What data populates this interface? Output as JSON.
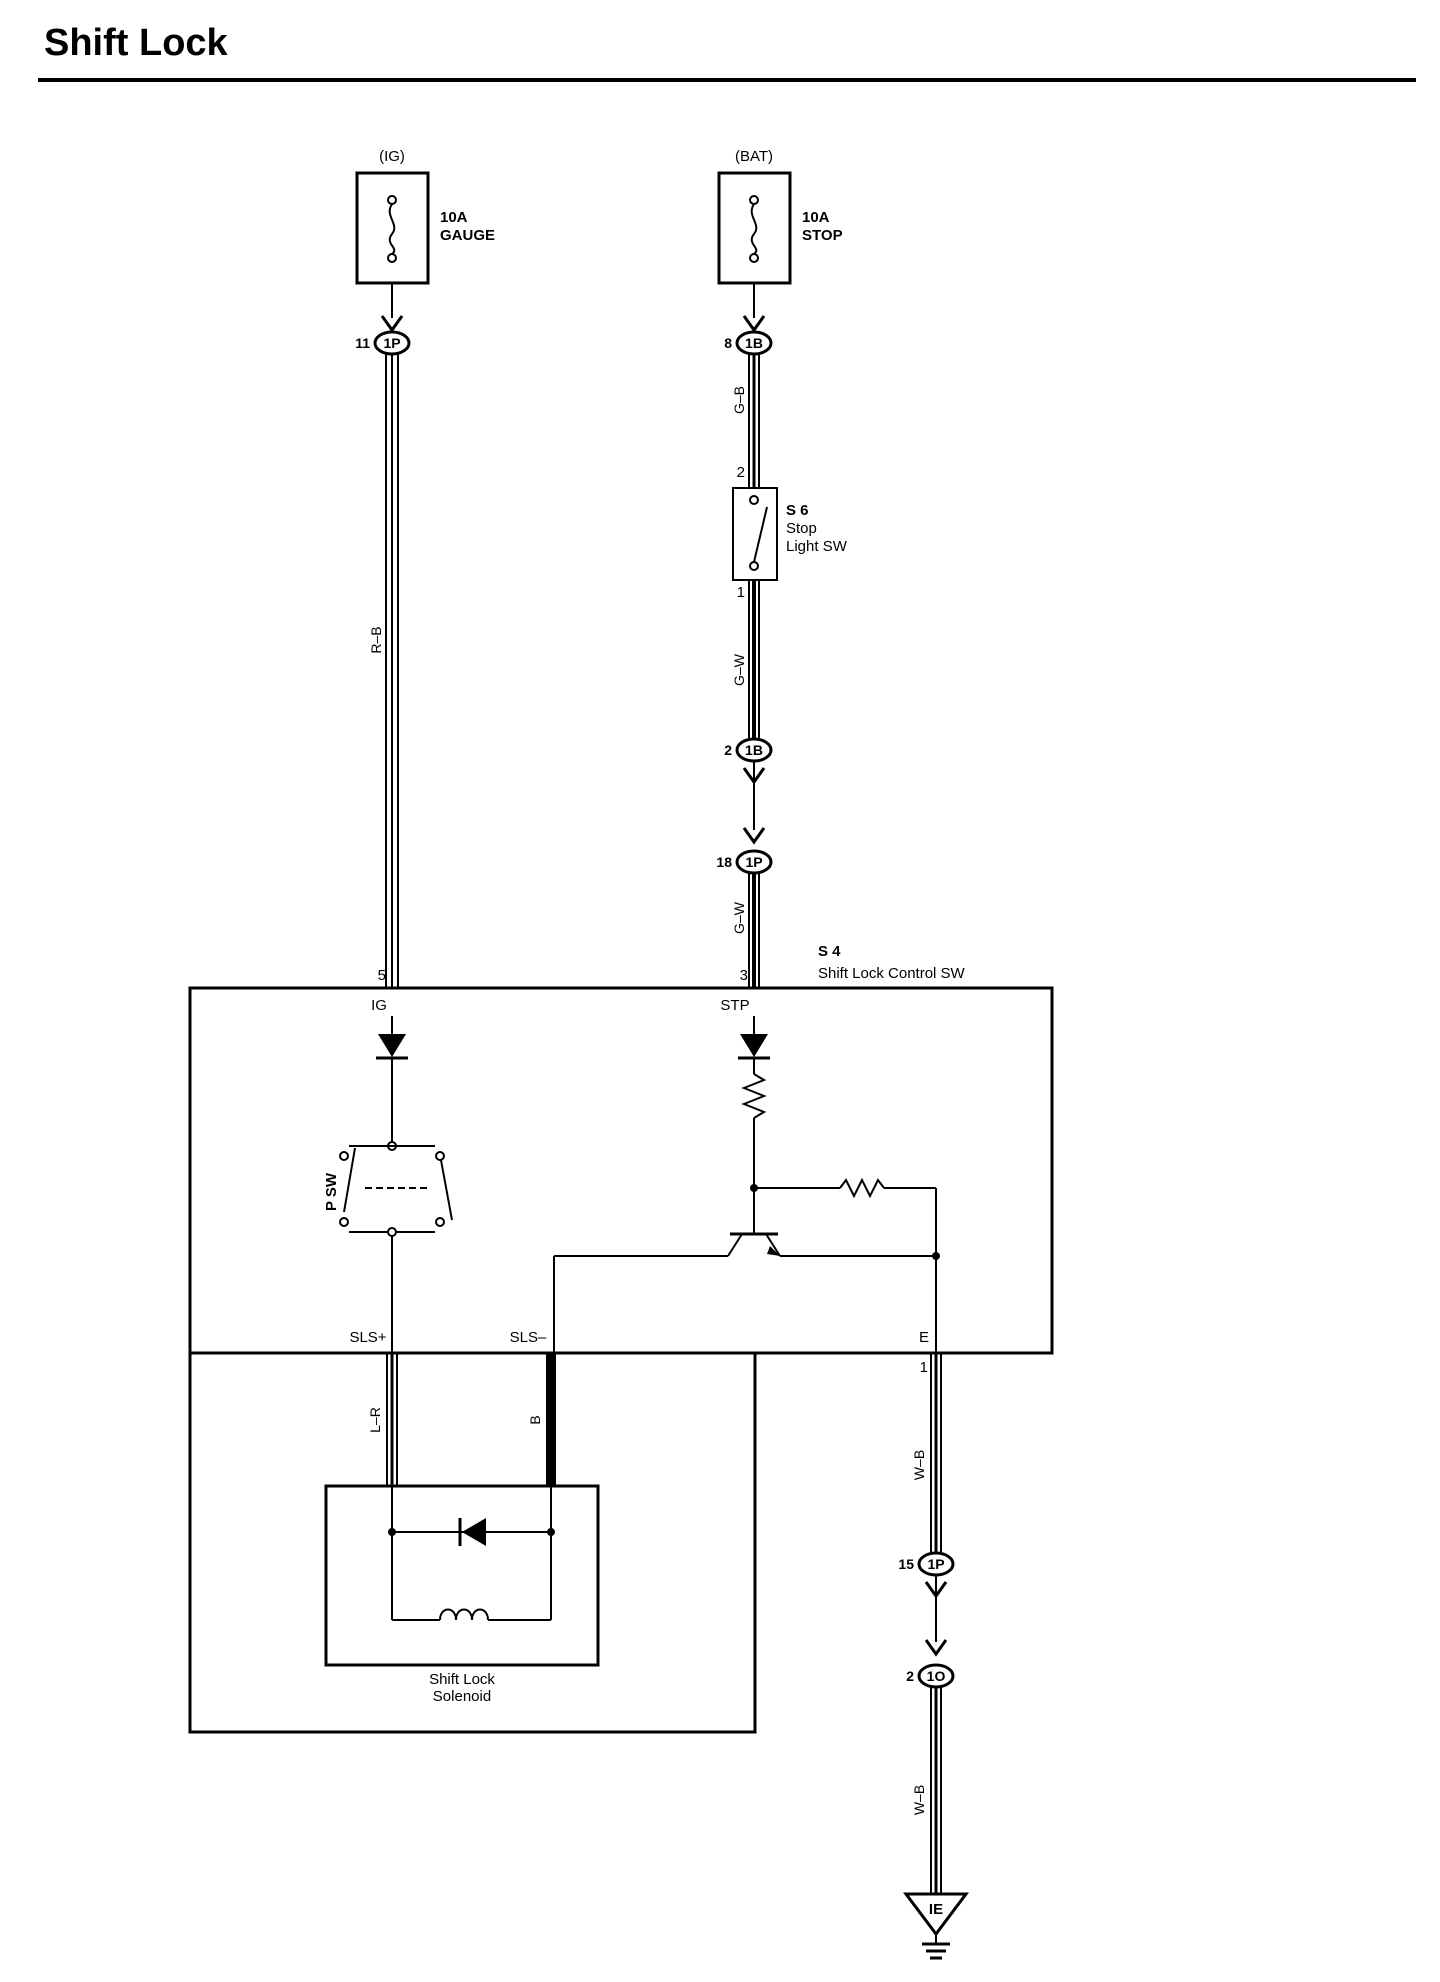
{
  "title": "Shift Lock",
  "fuses": {
    "ig": {
      "source": "(IG)",
      "rating": "10A",
      "name": "GAUGE"
    },
    "bat": {
      "source": "(BAT)",
      "rating": "10A",
      "name": "STOP"
    }
  },
  "connectors": {
    "c_1p_top": {
      "pin": "11",
      "id": "1P"
    },
    "c_1b_top": {
      "pin": "8",
      "id": "1B"
    },
    "c_1b_mid": {
      "pin": "2",
      "id": "1B"
    },
    "c_1p_mid": {
      "pin": "18",
      "id": "1P"
    },
    "c_1p_low": {
      "pin": "15",
      "id": "1P"
    },
    "c_1o_low": {
      "pin": "2",
      "id": "1O"
    }
  },
  "wires": {
    "rb": "R–B",
    "gb": "G–B",
    "gw1": "G–W",
    "gw2": "G–W",
    "lr": "L–R",
    "b": "B",
    "wb1": "W–B",
    "wb2": "W–B"
  },
  "stop_light_sw": {
    "code": "S 6",
    "line1": "Stop",
    "line2": "Light SW",
    "pin_top": "2",
    "pin_bottom": "1"
  },
  "shift_lock_control_sw": {
    "code": "S 4",
    "name": "Shift Lock Control SW",
    "pin_ig": "5",
    "pin_stp": "3",
    "pin_e": "1",
    "terminal_ig": "IG",
    "terminal_stp": "STP",
    "terminal_slsp": "SLS+",
    "terminal_slsm": "SLS–",
    "terminal_e": "E"
  },
  "p_sw": "P SW",
  "solenoid": {
    "line1": "Shift Lock",
    "line2": "Solenoid"
  },
  "ground": "IE"
}
